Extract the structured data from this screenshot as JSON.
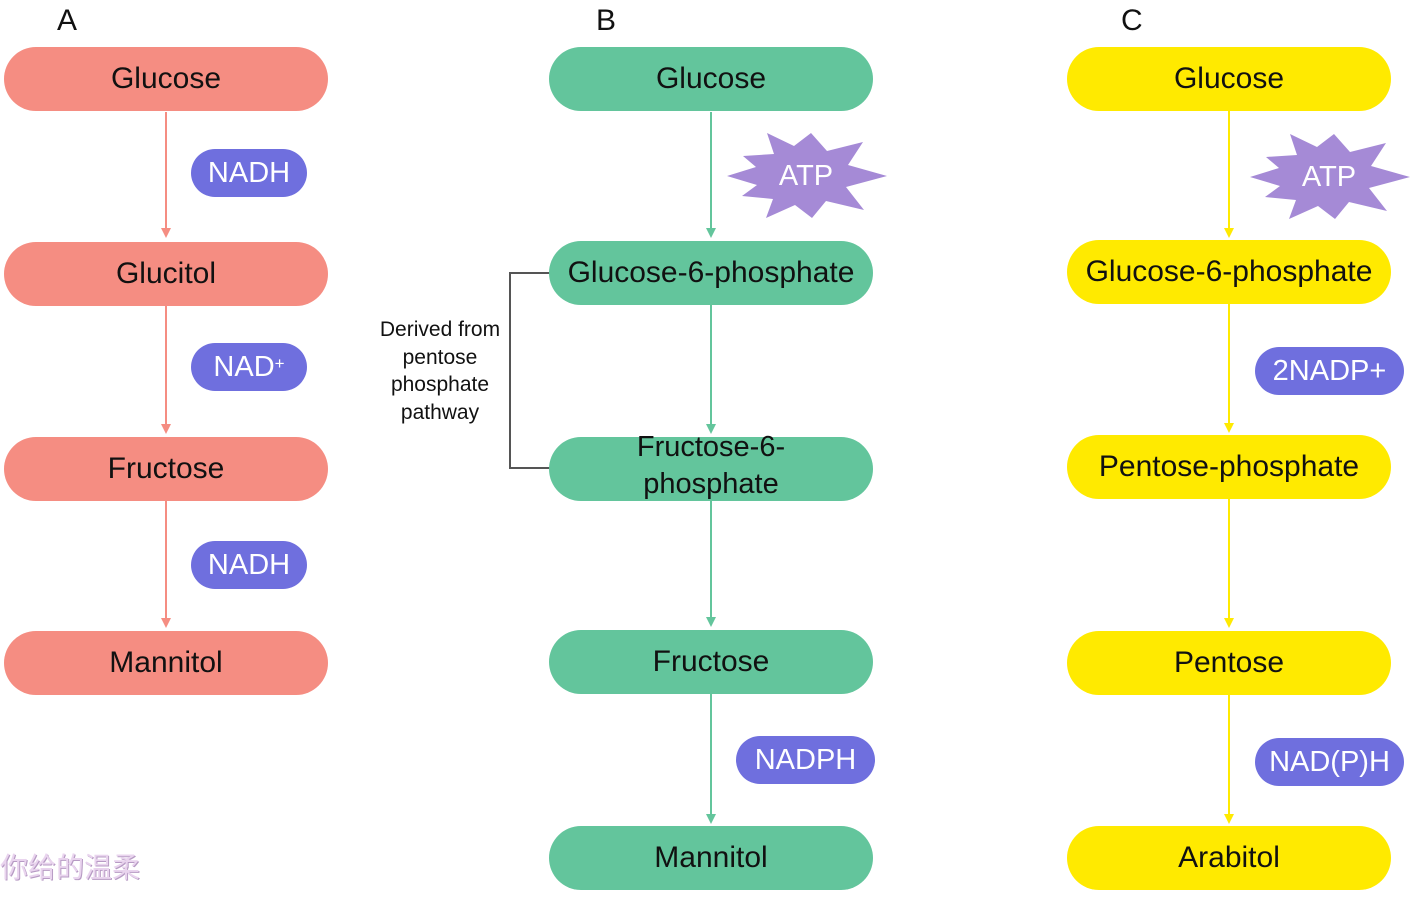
{
  "panels": {
    "a": {
      "letter": "A",
      "nodes": [
        "Glucose",
        "Glucitol",
        "Fructose",
        "Mannitol"
      ],
      "cofactors": [
        "NADH",
        "NAD",
        "NADH"
      ],
      "cofactor_superscript": "+"
    },
    "b": {
      "letter": "B",
      "nodes": [
        "Glucose",
        "Glucose-6-phosphate",
        "Fructose-6-",
        "phosphate",
        "Fructose",
        "Mannitol"
      ],
      "atp": "ATP",
      "cofactor": "NADPH",
      "note_lines": [
        "Derived from",
        "pentose",
        "phosphate",
        "pathway"
      ]
    },
    "c": {
      "letter": "C",
      "nodes": [
        "Glucose",
        "Glucose-6-phosphate",
        "Pentose-phosphate",
        "Pentose",
        "Arabitol"
      ],
      "atp": "ATP",
      "cofactors": [
        "2NADP+",
        "NAD(P)H"
      ]
    }
  },
  "watermark": "你给的温柔",
  "colors": {
    "panel_a": "#F58D82",
    "panel_b": "#63C59C",
    "panel_c": "#FFEA00",
    "cofactor": "#6F6FDE",
    "atp_burst": "#A58AD6",
    "bracket": "#555555"
  }
}
